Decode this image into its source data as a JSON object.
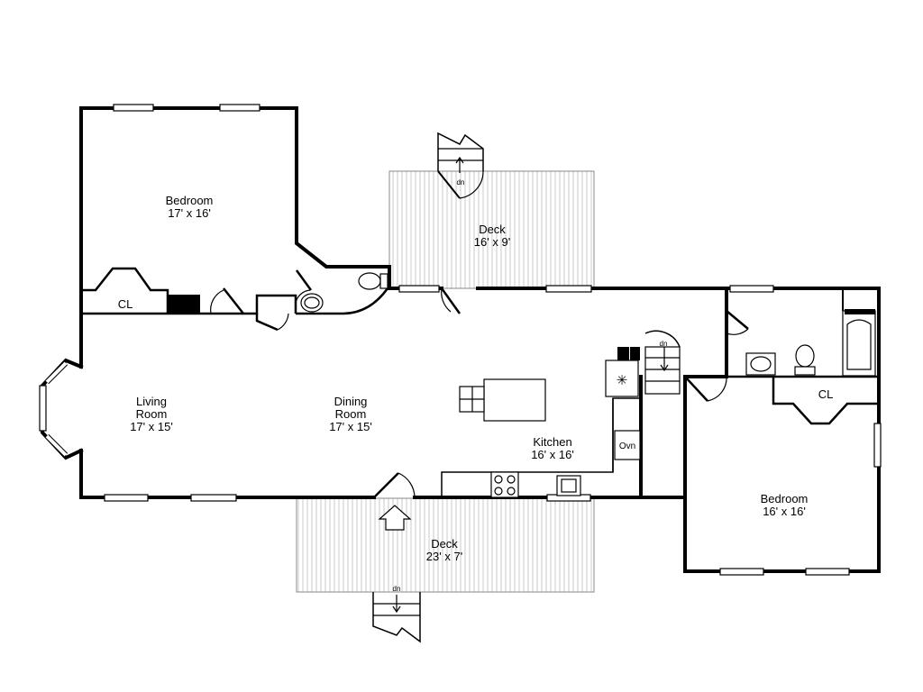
{
  "rooms": {
    "bedroom_nw": {
      "name": "Bedroom",
      "dims": "17' x 16'"
    },
    "deck_north": {
      "name": "Deck",
      "dims": "16' x 9'"
    },
    "living": {
      "name_line1": "Living",
      "name_line2": "Room",
      "dims": "17' x 15'"
    },
    "dining": {
      "name_line1": "Dining",
      "name_line2": "Room",
      "dims": "17' x 15'"
    },
    "kitchen": {
      "name": "Kitchen",
      "dims": "16' x 16'"
    },
    "deck_south": {
      "name": "Deck",
      "dims": "23' x 7'"
    },
    "bedroom_se": {
      "name": "Bedroom",
      "dims": "16' x 16'"
    }
  },
  "closets": {
    "west": "CL",
    "east": "CL"
  },
  "stairs": {
    "north": "dn",
    "kitchen": "dn",
    "south": "dn"
  },
  "appliances": {
    "oven": "Ovn"
  }
}
